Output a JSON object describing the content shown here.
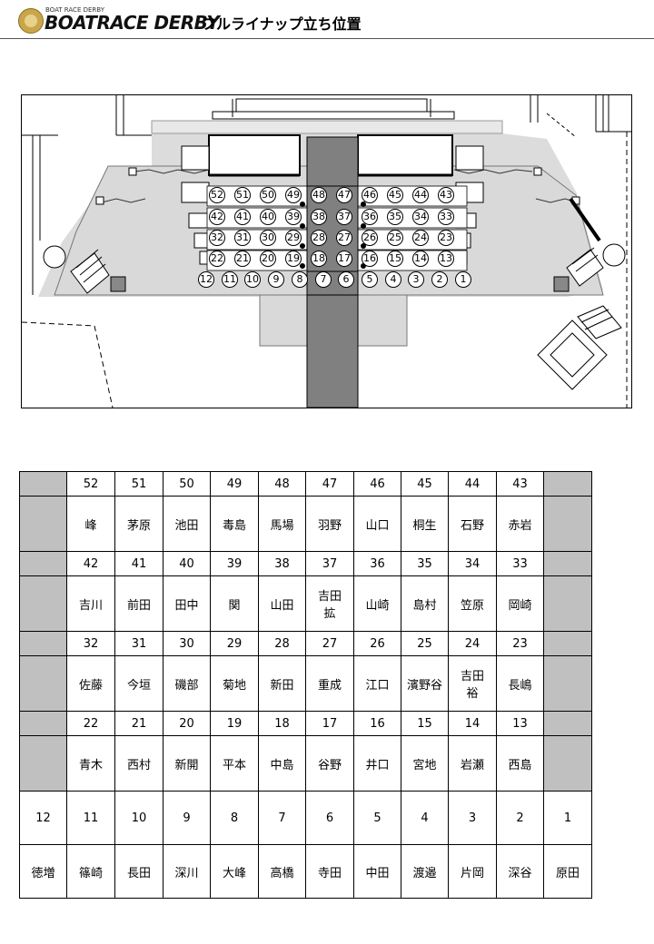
{
  "header": {
    "logo_small": "BOAT RACE DERBY",
    "logo_main": "BOATRACE DERBY",
    "title": "フルライナップ立ち位置"
  },
  "stage": {
    "rows": [
      [
        "52",
        "51",
        "50",
        "49",
        "48",
        "47",
        "46",
        "45",
        "44",
        "43"
      ],
      [
        "42",
        "41",
        "40",
        "39",
        "38",
        "37",
        "36",
        "35",
        "34",
        "33"
      ],
      [
        "32",
        "31",
        "30",
        "29",
        "28",
        "27",
        "26",
        "25",
        "24",
        "23"
      ],
      [
        "22",
        "21",
        "20",
        "19",
        "18",
        "17",
        "16",
        "15",
        "14",
        "13"
      ],
      [
        "12",
        "11",
        "10",
        "9",
        "8",
        "7",
        "6",
        "5",
        "4",
        "3",
        "2",
        "1"
      ]
    ]
  },
  "lineup": {
    "tier1": {
      "numbers": [
        "52",
        "51",
        "50",
        "49",
        "48",
        "47",
        "46",
        "45",
        "44",
        "43"
      ],
      "names": [
        "峰",
        "茅原",
        "池田",
        "毒島",
        "馬場",
        "羽野",
        "山口",
        "桐生",
        "石野",
        "赤岩"
      ]
    },
    "tier2": {
      "numbers": [
        "42",
        "41",
        "40",
        "39",
        "38",
        "37",
        "36",
        "35",
        "34",
        "33"
      ],
      "names": [
        "吉川",
        "前田",
        "田中",
        "関",
        "山田",
        "吉田\n拡",
        "山崎",
        "島村",
        "笠原",
        "岡崎"
      ]
    },
    "tier3": {
      "numbers": [
        "32",
        "31",
        "30",
        "29",
        "28",
        "27",
        "26",
        "25",
        "24",
        "23"
      ],
      "names": [
        "佐藤",
        "今垣",
        "磯部",
        "菊地",
        "新田",
        "重成",
        "江口",
        "濱野谷",
        "吉田\n裕",
        "長嶋"
      ]
    },
    "tier4": {
      "numbers": [
        "22",
        "21",
        "20",
        "19",
        "18",
        "17",
        "16",
        "15",
        "14",
        "13"
      ],
      "names": [
        "青木",
        "西村",
        "新開",
        "平本",
        "中島",
        "谷野",
        "井口",
        "宮地",
        "岩瀬",
        "西島"
      ]
    },
    "front": {
      "numbers": [
        "12",
        "11",
        "10",
        "9",
        "8",
        "7",
        "6",
        "5",
        "4",
        "3",
        "2",
        "1"
      ],
      "names": [
        "徳増",
        "篠崎",
        "長田",
        "深川",
        "大峰",
        "高橋",
        "寺田",
        "中田",
        "渡邉",
        "片岡",
        "深谷",
        "原田"
      ]
    }
  }
}
